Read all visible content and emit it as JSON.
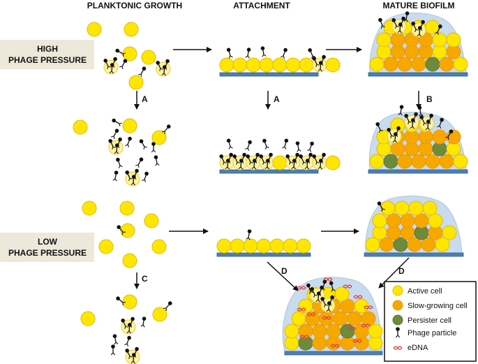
{
  "headers": {
    "planktonic": "PLANKTONIC GROWTH",
    "attachment": "ATTACHMENT",
    "mature": "MATURE BIOFILM"
  },
  "conditions": {
    "high_line1": "HIGH",
    "high_line2": "PHAGE PRESSURE",
    "low_line1": "LOW",
    "low_line2": "PHAGE PRESSURE"
  },
  "steps": {
    "a": "A",
    "b": "B",
    "c": "C",
    "d": "D"
  },
  "legend": {
    "active": "Active cell",
    "slow": "Slow-growing cell",
    "persister": "Persister cell",
    "phage": "Phage particle",
    "edna": "eDNA"
  },
  "colors": {
    "active": "#FFE600",
    "active_stroke": "#E0B800",
    "slow": "#F7A800",
    "persister": "#6E8B3D",
    "infected": "#FFF39A",
    "surface": "#4F7FB0",
    "matrix": "#C9DBEE",
    "label_box": "#ECE8DA",
    "edna": "#E04040"
  }
}
